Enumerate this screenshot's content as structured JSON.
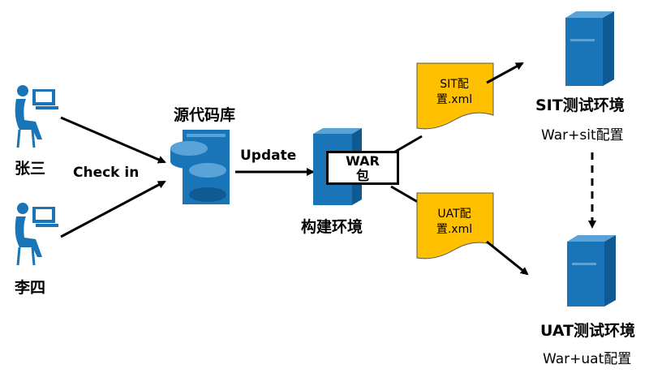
{
  "users": [
    {
      "name": "张三"
    },
    {
      "name": "李四"
    }
  ],
  "actions": {
    "checkin": "Check in",
    "update": "Update"
  },
  "repo": {
    "label": "源代码库"
  },
  "build": {
    "label": "构建环境"
  },
  "package": {
    "line1": "WAR",
    "line2": "包"
  },
  "configs": {
    "sit": {
      "line1": "SIT配",
      "line2": "置.xml"
    },
    "uat": {
      "line1": "UAT配",
      "line2": "置.xml"
    }
  },
  "environments": {
    "sit": {
      "title": "SIT测试环境",
      "subtitle": "War+sit配置"
    },
    "uat": {
      "title": "UAT测试环境",
      "subtitle": "War+uat配置"
    }
  },
  "colors": {
    "server_blue": "#1a75b8",
    "server_dark": "#0f5a93",
    "doc_yellow": "#ffc000",
    "arrow": "#000000"
  }
}
